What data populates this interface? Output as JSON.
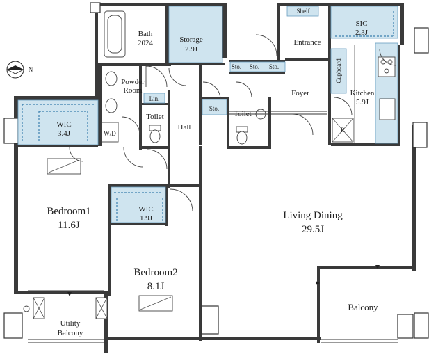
{
  "rooms": {
    "bath": {
      "name": "Bath",
      "size": "2024"
    },
    "storage": {
      "name": "Storage",
      "size": "2.9J"
    },
    "powder_room": {
      "line1": "Powder",
      "line2": "Room"
    },
    "linen": {
      "name": "Lin."
    },
    "toilet_left": {
      "name": "Toilet"
    },
    "wd": {
      "name": "W/D"
    },
    "wic_top": {
      "name": "WIC",
      "size": "3.4J"
    },
    "hall": {
      "name": "Hall"
    },
    "sto_small": {
      "name": "Sto."
    },
    "sto_row": [
      "Sto.",
      "Sto.",
      "Sto."
    ],
    "toilet_right": {
      "name": "Toilet"
    },
    "entrance": {
      "name": "Entrance"
    },
    "shelf": {
      "name": "Shelf"
    },
    "sic": {
      "name": "SIC",
      "size": "2.3J"
    },
    "foyer": {
      "name": "Foyer"
    },
    "cupboard": {
      "name": "Cupboard"
    },
    "kitchen": {
      "name": "Kitchen",
      "size": "5.9J"
    },
    "fridge": {
      "name": "R"
    },
    "bedroom1": {
      "name": "Bedroom1",
      "size": "11.6J"
    },
    "wic_mid": {
      "name": "WIC",
      "size": "1.9J"
    },
    "bedroom2": {
      "name": "Bedroom2",
      "size": "8.1J"
    },
    "living_dining": {
      "name": "Living Dining",
      "size": "29.5J"
    },
    "utility_balcony": {
      "line1": "Utility",
      "line2": "Balcony"
    },
    "balcony": {
      "name": "Balcony"
    }
  },
  "compass": {
    "label": "N"
  },
  "colors": {
    "closet_fill": "#cfe4ef",
    "closet_dash": "#3a7fae",
    "wall": "#3a3a3a"
  }
}
